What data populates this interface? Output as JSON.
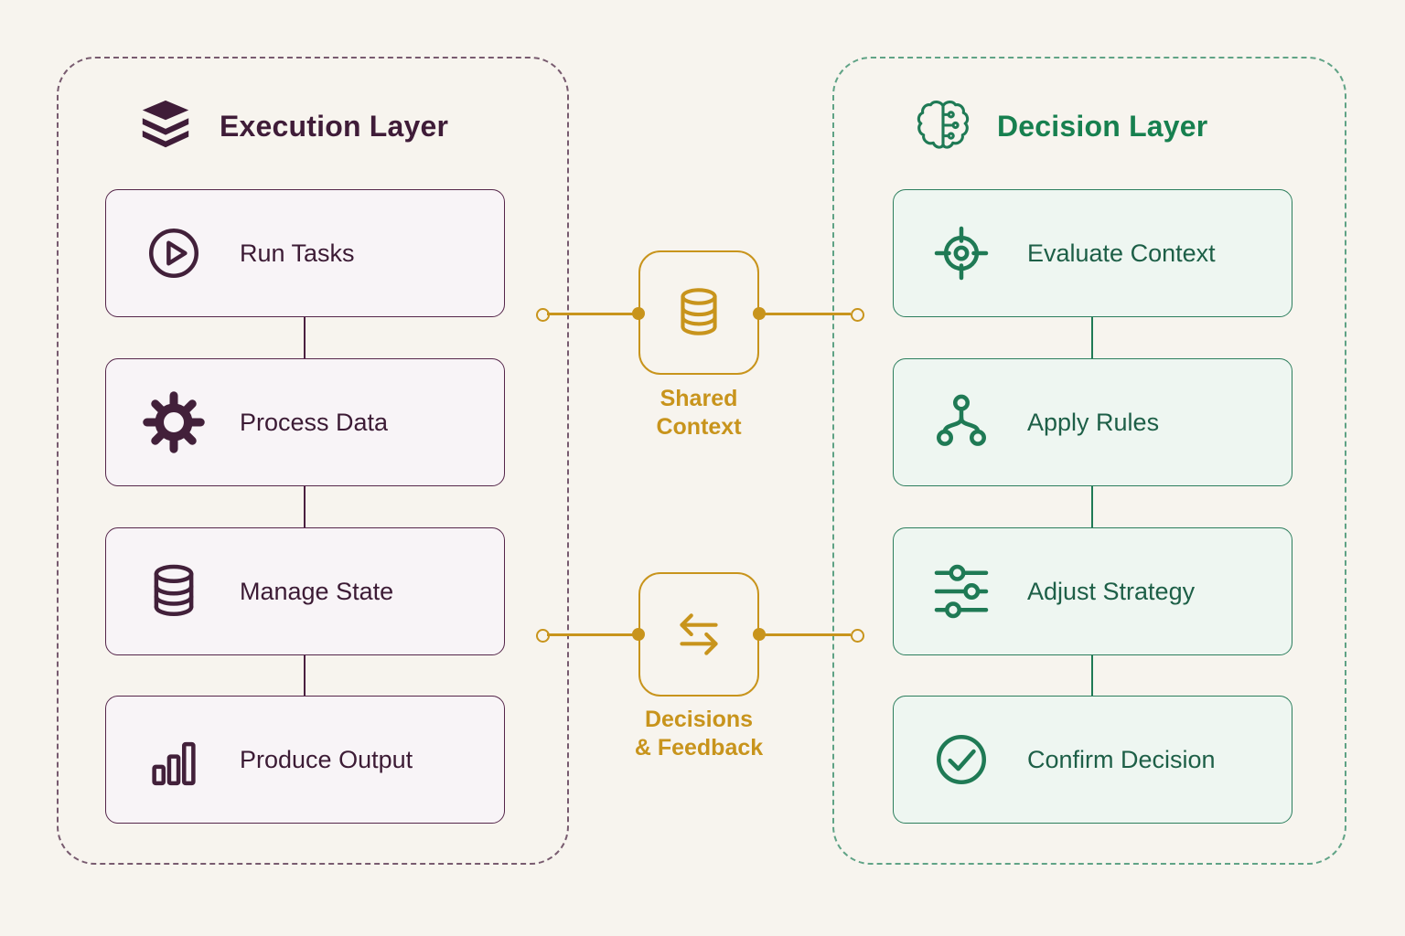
{
  "execution_layer": {
    "title": "Execution Layer",
    "icon": "layers-icon",
    "accent_color": "#3f1c38",
    "items": [
      {
        "label": "Run Tasks",
        "icon": "play-circle-icon"
      },
      {
        "label": "Process Data",
        "icon": "gear-icon"
      },
      {
        "label": "Manage State",
        "icon": "database-icon"
      },
      {
        "label": "Produce Output",
        "icon": "bar-chart-icon"
      }
    ]
  },
  "decision_layer": {
    "title": "Decision Layer",
    "icon": "brain-circuit-icon",
    "accent_color": "#1a7f58",
    "items": [
      {
        "label": "Evaluate Context",
        "icon": "target-icon"
      },
      {
        "label": "Apply Rules",
        "icon": "hierarchy-icon"
      },
      {
        "label": "Adjust Strategy",
        "icon": "sliders-icon"
      },
      {
        "label": "Confirm Decision",
        "icon": "check-circle-icon"
      }
    ]
  },
  "connectors": {
    "shared_context": {
      "line1": "Shared",
      "line2": "Context",
      "icon": "database-icon",
      "accent_color": "#c8941c"
    },
    "decisions_feedback": {
      "line1": "Decisions",
      "line2": "& Feedback",
      "icon": "exchange-arrows-icon",
      "accent_color": "#c8941c"
    }
  },
  "colors": {
    "background": "#f7f4ee",
    "execution_accent": "#3f1c38",
    "decision_accent": "#1a7f58",
    "connector_accent": "#c8941c"
  }
}
